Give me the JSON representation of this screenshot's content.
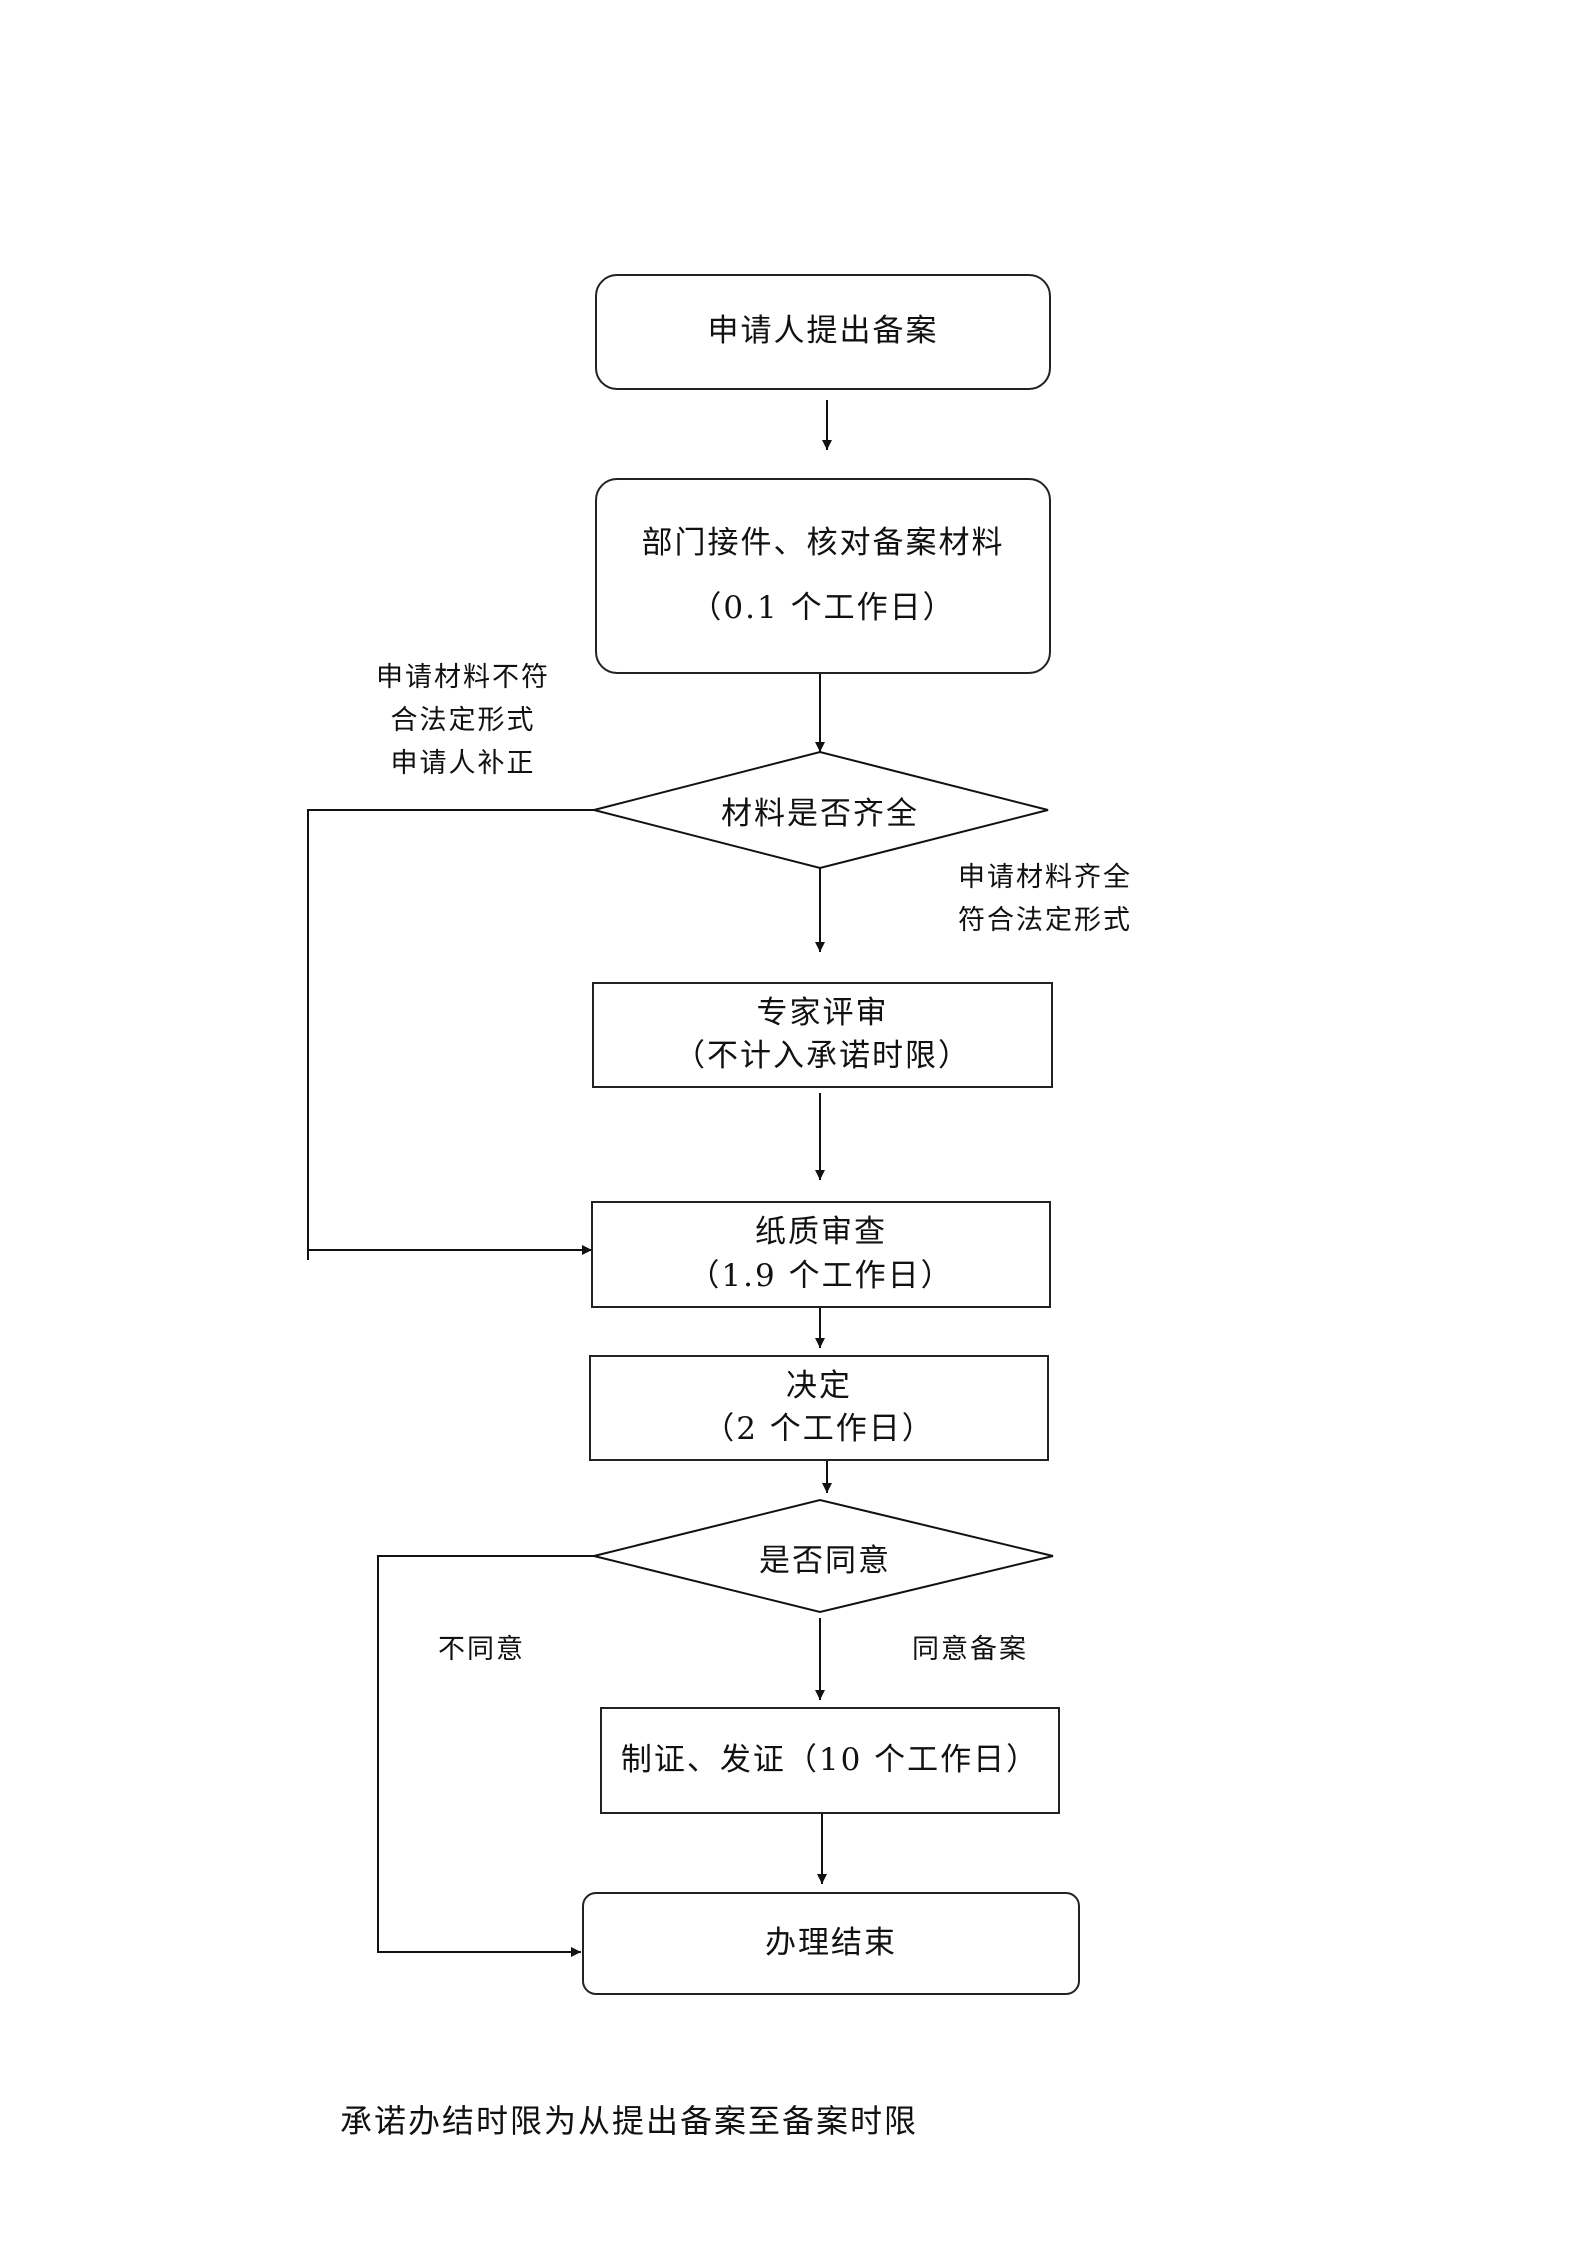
{
  "nodes": {
    "start": {
      "text": "申请人提出备案"
    },
    "receive": {
      "line1": "部门接件、核对备案材料",
      "line2": "（0.1 个工作日）"
    },
    "check_materials": {
      "text": "材料是否齐全"
    },
    "expert_review": {
      "line1": "专家评审",
      "line2": "（不计入承诺时限）"
    },
    "paper_review": {
      "line1": "纸质审查",
      "line2": "（1.9 个工作日）"
    },
    "decision": {
      "line1": "决定",
      "line2": "（2 个工作日）"
    },
    "agree": {
      "text": "是否同意"
    },
    "certificate": {
      "text": "制证、发证（10 个工作日）"
    },
    "end": {
      "text": "办理结束"
    }
  },
  "edge_labels": {
    "incomplete": [
      "申请材料不符",
      "合法定形式",
      "申请人补正"
    ],
    "complete": [
      "申请材料齐全",
      "符合法定形式"
    ],
    "disagree": "不同意",
    "agree": "同意备案"
  },
  "footnote": "承诺办结时限为从提出备案至备案时限"
}
